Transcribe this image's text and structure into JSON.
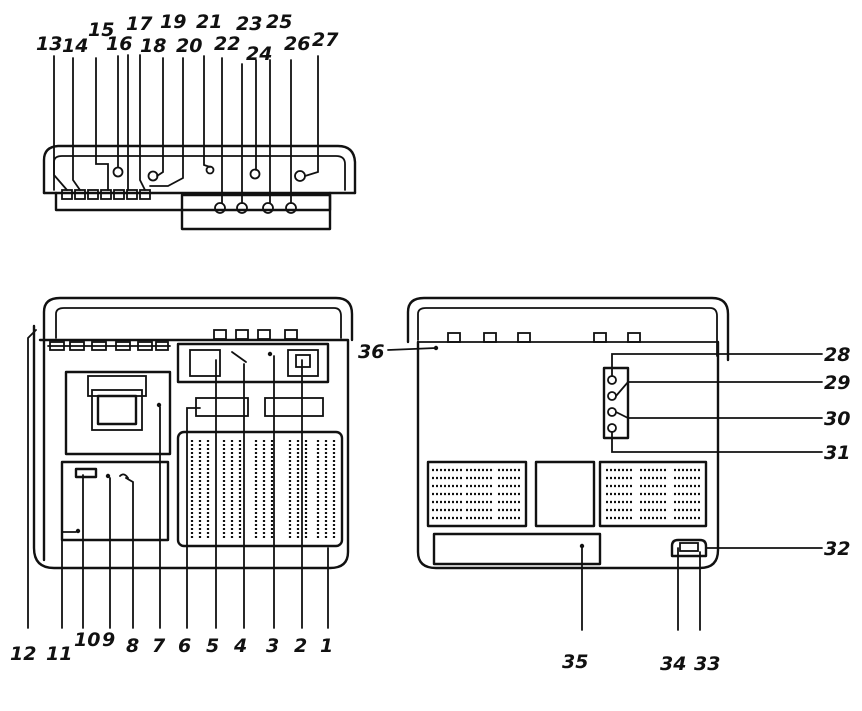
{
  "labels": {
    "l1": "1",
    "l2": "2",
    "l3": "3",
    "l4": "4",
    "l5": "5",
    "l6": "6",
    "l7": "7",
    "l8": "8",
    "l9": "9",
    "l10": "10",
    "l11": "11",
    "l12": "12",
    "l13": "13",
    "l14": "14",
    "l15": "15",
    "l16": "16",
    "l17": "17",
    "l18": "18",
    "l19": "19",
    "l20": "20",
    "l21": "21",
    "l22": "22",
    "l23": "23",
    "l24": "24",
    "l25": "25",
    "l26": "26",
    "l27": "27",
    "l28": "28",
    "l29": "29",
    "l30": "30",
    "l31": "31",
    "l32": "32",
    "l33": "33",
    "l34": "34",
    "l35": "35",
    "l36": "36"
  }
}
